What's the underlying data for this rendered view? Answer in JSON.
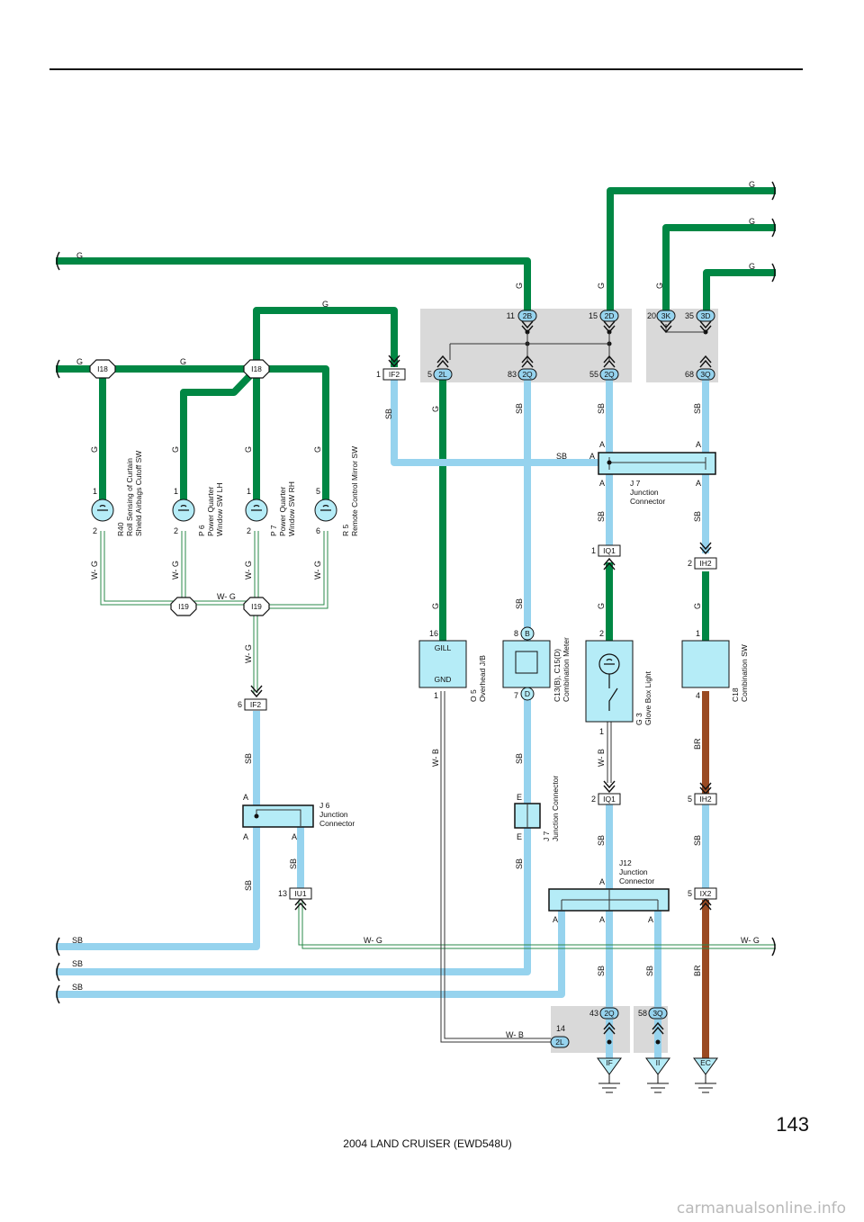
{
  "page": {
    "number": "143",
    "footer": "2004 LAND CRUISER (EWD548U)",
    "watermark": "carmanualsonline.info"
  },
  "wire_colors": {
    "G": "#008744",
    "SB": "#96d3ee",
    "BR": "#9a4a22",
    "W-G": "#2a8a4a",
    "W-B": "#333333"
  },
  "connectors": {
    "i18a": "I18",
    "i18b": "I18",
    "i19a": "I19",
    "i19b": "I19",
    "if2_top": "IF2",
    "if2_bot": "IF2",
    "iu1": "IU1",
    "iq1_top": "IQ1",
    "iq1_bot": "IQ1",
    "ih2_top": "IH2",
    "ih2_bot": "IH2",
    "ix2": "IX2",
    "c2b": "2B",
    "c2d": "2D",
    "c3k": "3K",
    "c3d": "3D",
    "c2l": "2L",
    "c2q_83": "2Q",
    "c2q_55": "2Q",
    "c3q_68": "3Q",
    "c2q_43": "2Q",
    "c3q_58": "3Q",
    "c2l_14": "2L",
    "cB": "B",
    "cD": "D"
  },
  "pins": {
    "p11": "11",
    "p15": "15",
    "p20": "20",
    "p35": "35",
    "p5": "5",
    "p83": "83",
    "p55": "55",
    "p68": "68",
    "pif2": "1",
    "pif2b": "6",
    "piu1": "13",
    "piq1a": "1",
    "piq1b": "2",
    "pih2a": "2",
    "pih2b": "5",
    "pix2": "5",
    "p43": "43",
    "p58": "58",
    "p14": "14",
    "r40_1": "1",
    "r40_2": "2",
    "p6_1": "1",
    "p6_2": "2",
    "p7_1": "1",
    "p7_2": "2",
    "r5_5": "5",
    "r5_6": "6",
    "o5_16": "16",
    "o5_1": "1",
    "c13_8": "8",
    "c13_7": "7",
    "g3_2": "2",
    "g3_1": "1",
    "c18_1": "1",
    "c18_4": "4",
    "j6_A1": "A",
    "j6_A2": "A",
    "j6_A3": "A",
    "j7a_A1": "A",
    "j7a_A2": "A",
    "j7a_A3": "A",
    "j7a_A4": "A",
    "j7a_A5": "A",
    "j7b_E1": "E",
    "j7b_E2": "E",
    "j12_A1": "A",
    "j12_A2": "A",
    "j12_A3": "A",
    "j12_A4": "A"
  },
  "components": {
    "r40": [
      "R40",
      "Roll Sensing of Curtain",
      "Shield Airbags Cutoff SW"
    ],
    "p6": [
      "P 6",
      "Power Quarter",
      "Window SW LH"
    ],
    "p7": [
      "P 7",
      "Power Quarter",
      "Window SW RH"
    ],
    "r5": [
      "R 5",
      "Remote Control Mirror SW"
    ],
    "o5": [
      "O 5",
      "Overhead J/B"
    ],
    "o5_inner": [
      "GILL",
      "GND"
    ],
    "c13": [
      "C13(B), C15(D)",
      "Combination Meter"
    ],
    "g3": [
      "G 3",
      "Glove Box Light"
    ],
    "c18": [
      "C18",
      "Combination SW"
    ],
    "j6": [
      "J 6",
      "Junction",
      "Connector"
    ],
    "j7a": [
      "J 7",
      "Junction",
      "Connector"
    ],
    "j7b": [
      "J 7",
      "Junction Connector"
    ],
    "j12": [
      "J12",
      "Junction",
      "Connector"
    ]
  },
  "grounds": {
    "if": "IF",
    "ii": "II",
    "ec": "EC"
  },
  "wire_labels": {
    "G": "G",
    "SB": "SB",
    "BR": "BR",
    "WG": "W- G",
    "WB": "W- B"
  }
}
